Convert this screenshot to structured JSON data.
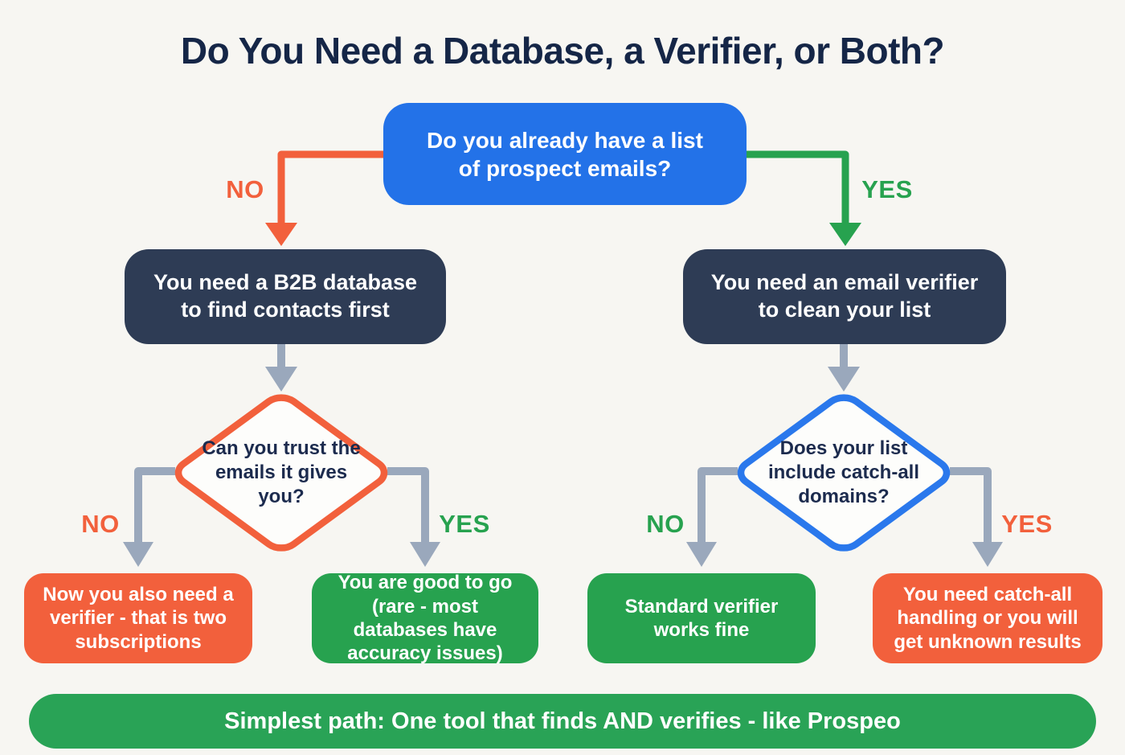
{
  "title": "Do You Need a Database, a Verifier, or Both?",
  "nodes": {
    "root": {
      "text": "Do you already have a list of prospect emails?"
    },
    "left_result": {
      "text": "You need a B2B database to find contacts first"
    },
    "right_result": {
      "text": "You need an email verifier to clean your list"
    },
    "left_decision": {
      "text": "Can you trust the emails it gives you?"
    },
    "right_decision": {
      "text": "Does your list include catch-all domains?"
    },
    "outcome_1": {
      "text": "Now you also need a verifier - that is two subscriptions"
    },
    "outcome_2": {
      "text": "You are good to go (rare - most databases have accuracy issues)"
    },
    "outcome_3": {
      "text": "Standard verifier works fine"
    },
    "outcome_4": {
      "text": "You need catch-all handling or you will get unknown results"
    },
    "footer": {
      "text": "Simplest path: One tool that finds AND verifies - like Prospeo"
    }
  },
  "edges": [
    {
      "from": "root",
      "to": "left_result",
      "label": "NO",
      "color": "#f2603c"
    },
    {
      "from": "root",
      "to": "right_result",
      "label": "YES",
      "color": "#27a24f"
    },
    {
      "from": "left_result",
      "to": "left_decision",
      "label": ""
    },
    {
      "from": "right_result",
      "to": "right_decision",
      "label": ""
    },
    {
      "from": "left_decision",
      "to": "outcome_1",
      "label": "NO",
      "color": "#f2603c"
    },
    {
      "from": "left_decision",
      "to": "outcome_2",
      "label": "YES",
      "color": "#27a24f"
    },
    {
      "from": "right_decision",
      "to": "outcome_3",
      "label": "NO",
      "color": "#27a24f"
    },
    {
      "from": "right_decision",
      "to": "outcome_4",
      "label": "YES",
      "color": "#f2603c"
    }
  ],
  "colors": {
    "background": "#f7f6f2",
    "question_blue": "#2372e8",
    "result_navy": "#2e3c55",
    "orange": "#f2603c",
    "green": "#27a24f",
    "banner_green": "#29a356",
    "connector_gray": "#9aa8bc",
    "title_navy": "#152647",
    "diamond_blue_border": "#2a78ec",
    "diamond_orange_border": "#f2603c",
    "text_white": "#ffffff"
  }
}
